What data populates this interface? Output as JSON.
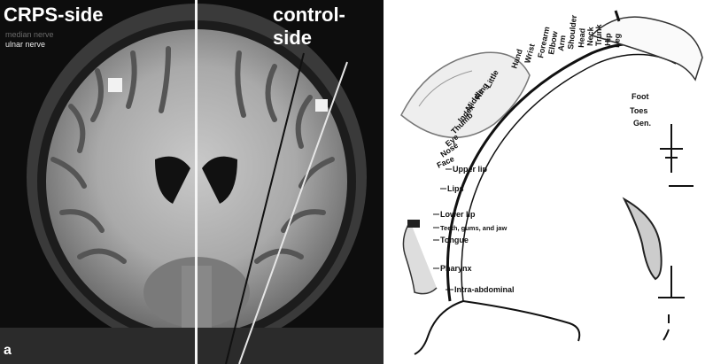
{
  "mri": {
    "label_left": "CRPS-side",
    "label_right": "control-side",
    "legend_median": "median nerve",
    "legend_ulnar": "ulnar nerve",
    "panel_letter": "a"
  },
  "homunculus": {
    "top_labels": [
      "Little",
      "Ring",
      "Middle",
      "Index",
      "Thumb",
      "Eye",
      "Nose",
      "Face"
    ],
    "arc_labels": [
      "Hand",
      "Wrist",
      "Forearm",
      "Elbow",
      "Arm",
      "Shoulder",
      "Head",
      "Neck",
      "Trunk",
      "Hip",
      "Leg"
    ],
    "side_labels": [
      "Upper lip",
      "Lips",
      "Lower lip",
      "Teeth, gums, and jaw",
      "Tongue",
      "Pharynx",
      "Intra-abdominal"
    ],
    "foot_labels": [
      "Foot",
      "Toes",
      "Gen."
    ]
  }
}
